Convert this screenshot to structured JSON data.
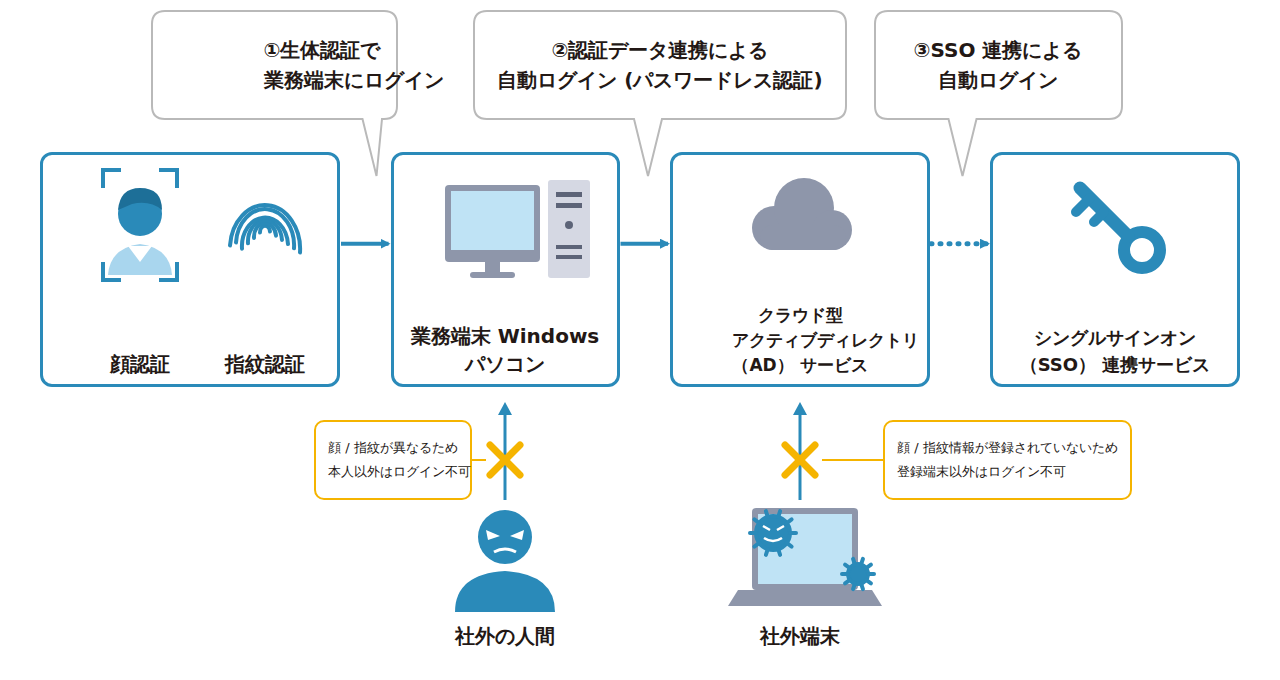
{
  "diagram": {
    "nodes": [
      {
        "text": [
          "①生体認証で 業務端末にログイン"
        ]
      },
      {
        "text": [
          "②認証データ連携による 自動ログイン (パスワードレス認証)"
        ]
      },
      {
        "text": [
          "③SSO 連携による 自動ログイン"
        ]
      },
      {
        "text": [
          "顔認証",
          "指紋認証"
        ]
      },
      {
        "text": [
          "業務端末 Windows パソコン"
        ]
      },
      {
        "text": [
          "クラウド型 アクティブディレクトリ（AD） サービス"
        ]
      },
      {
        "text": [
          "シングルサインオン（SSO） 連携サービス"
        ]
      },
      {
        "text": [
          "顔 / 指紋が異なるため 本人以外はログイン不可"
        ]
      },
      {
        "text": [
          "顔 / 指紋情報が登録されていないため 登録端末以外はログイン不可"
        ]
      }
    ],
    "edges": [
      {
        "from": 3,
        "to": 4,
        "arrow": "to"
      },
      {
        "from": 4,
        "to": 5,
        "arrow": "to"
      },
      {
        "from": 5,
        "to": 6,
        "arrow": "to"
      }
    ],
    "labels": [
      "社外の人間",
      "社外端末"
    ]
  }
}
